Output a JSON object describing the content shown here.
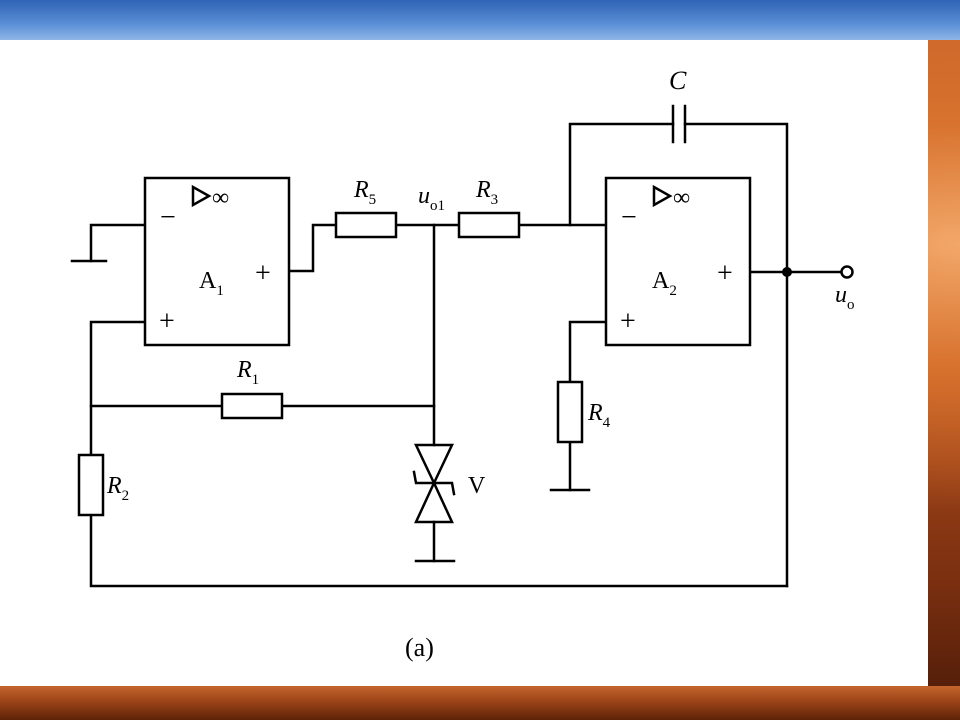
{
  "figure_caption": "(a)",
  "opamps": [
    {
      "name": "A",
      "sub": "1",
      "inverting_sign": "−",
      "noninverting_sign": "+",
      "output_sign": "+",
      "symbol": "∞"
    },
    {
      "name": "A",
      "sub": "2",
      "inverting_sign": "−",
      "noninverting_sign": "+",
      "output_sign": "+",
      "symbol": "∞"
    }
  ],
  "resistors": [
    {
      "name": "R",
      "sub": "1"
    },
    {
      "name": "R",
      "sub": "2"
    },
    {
      "name": "R",
      "sub": "3"
    },
    {
      "name": "R",
      "sub": "4"
    },
    {
      "name": "R",
      "sub": "5"
    }
  ],
  "capacitor": {
    "name": "C"
  },
  "zener": {
    "name": "V"
  },
  "nodes": {
    "uo1": {
      "name": "u",
      "sub": "o1"
    },
    "uo": {
      "name": "u",
      "sub": "o"
    }
  }
}
